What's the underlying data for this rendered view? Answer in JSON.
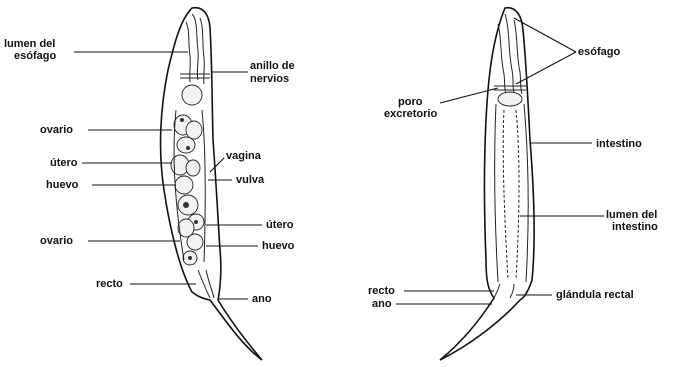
{
  "figure": {
    "left_worm_labels": {
      "lumen_esofago": [
        "lumen del",
        "esófago"
      ],
      "anillo_nervios": [
        "anillo de",
        "nervios"
      ],
      "ovario_top": "ovario",
      "utero_left": "útero",
      "vagina": "vagina",
      "huevo_left": "huevo",
      "vulva": "vulva",
      "utero_right": "útero",
      "ovario_bottom": "ovario",
      "huevo_right": "huevo",
      "recto": "recto",
      "ano": "ano"
    },
    "right_worm_labels": {
      "esofago": "esófago",
      "poro_excretorio": [
        "poro",
        "excretorio"
      ],
      "intestino": "intestino",
      "lumen_intestino": [
        "lumen del",
        "intestino"
      ],
      "recto": "recto",
      "glandula_rectal": "glándula rectal",
      "ano": "ano"
    }
  }
}
